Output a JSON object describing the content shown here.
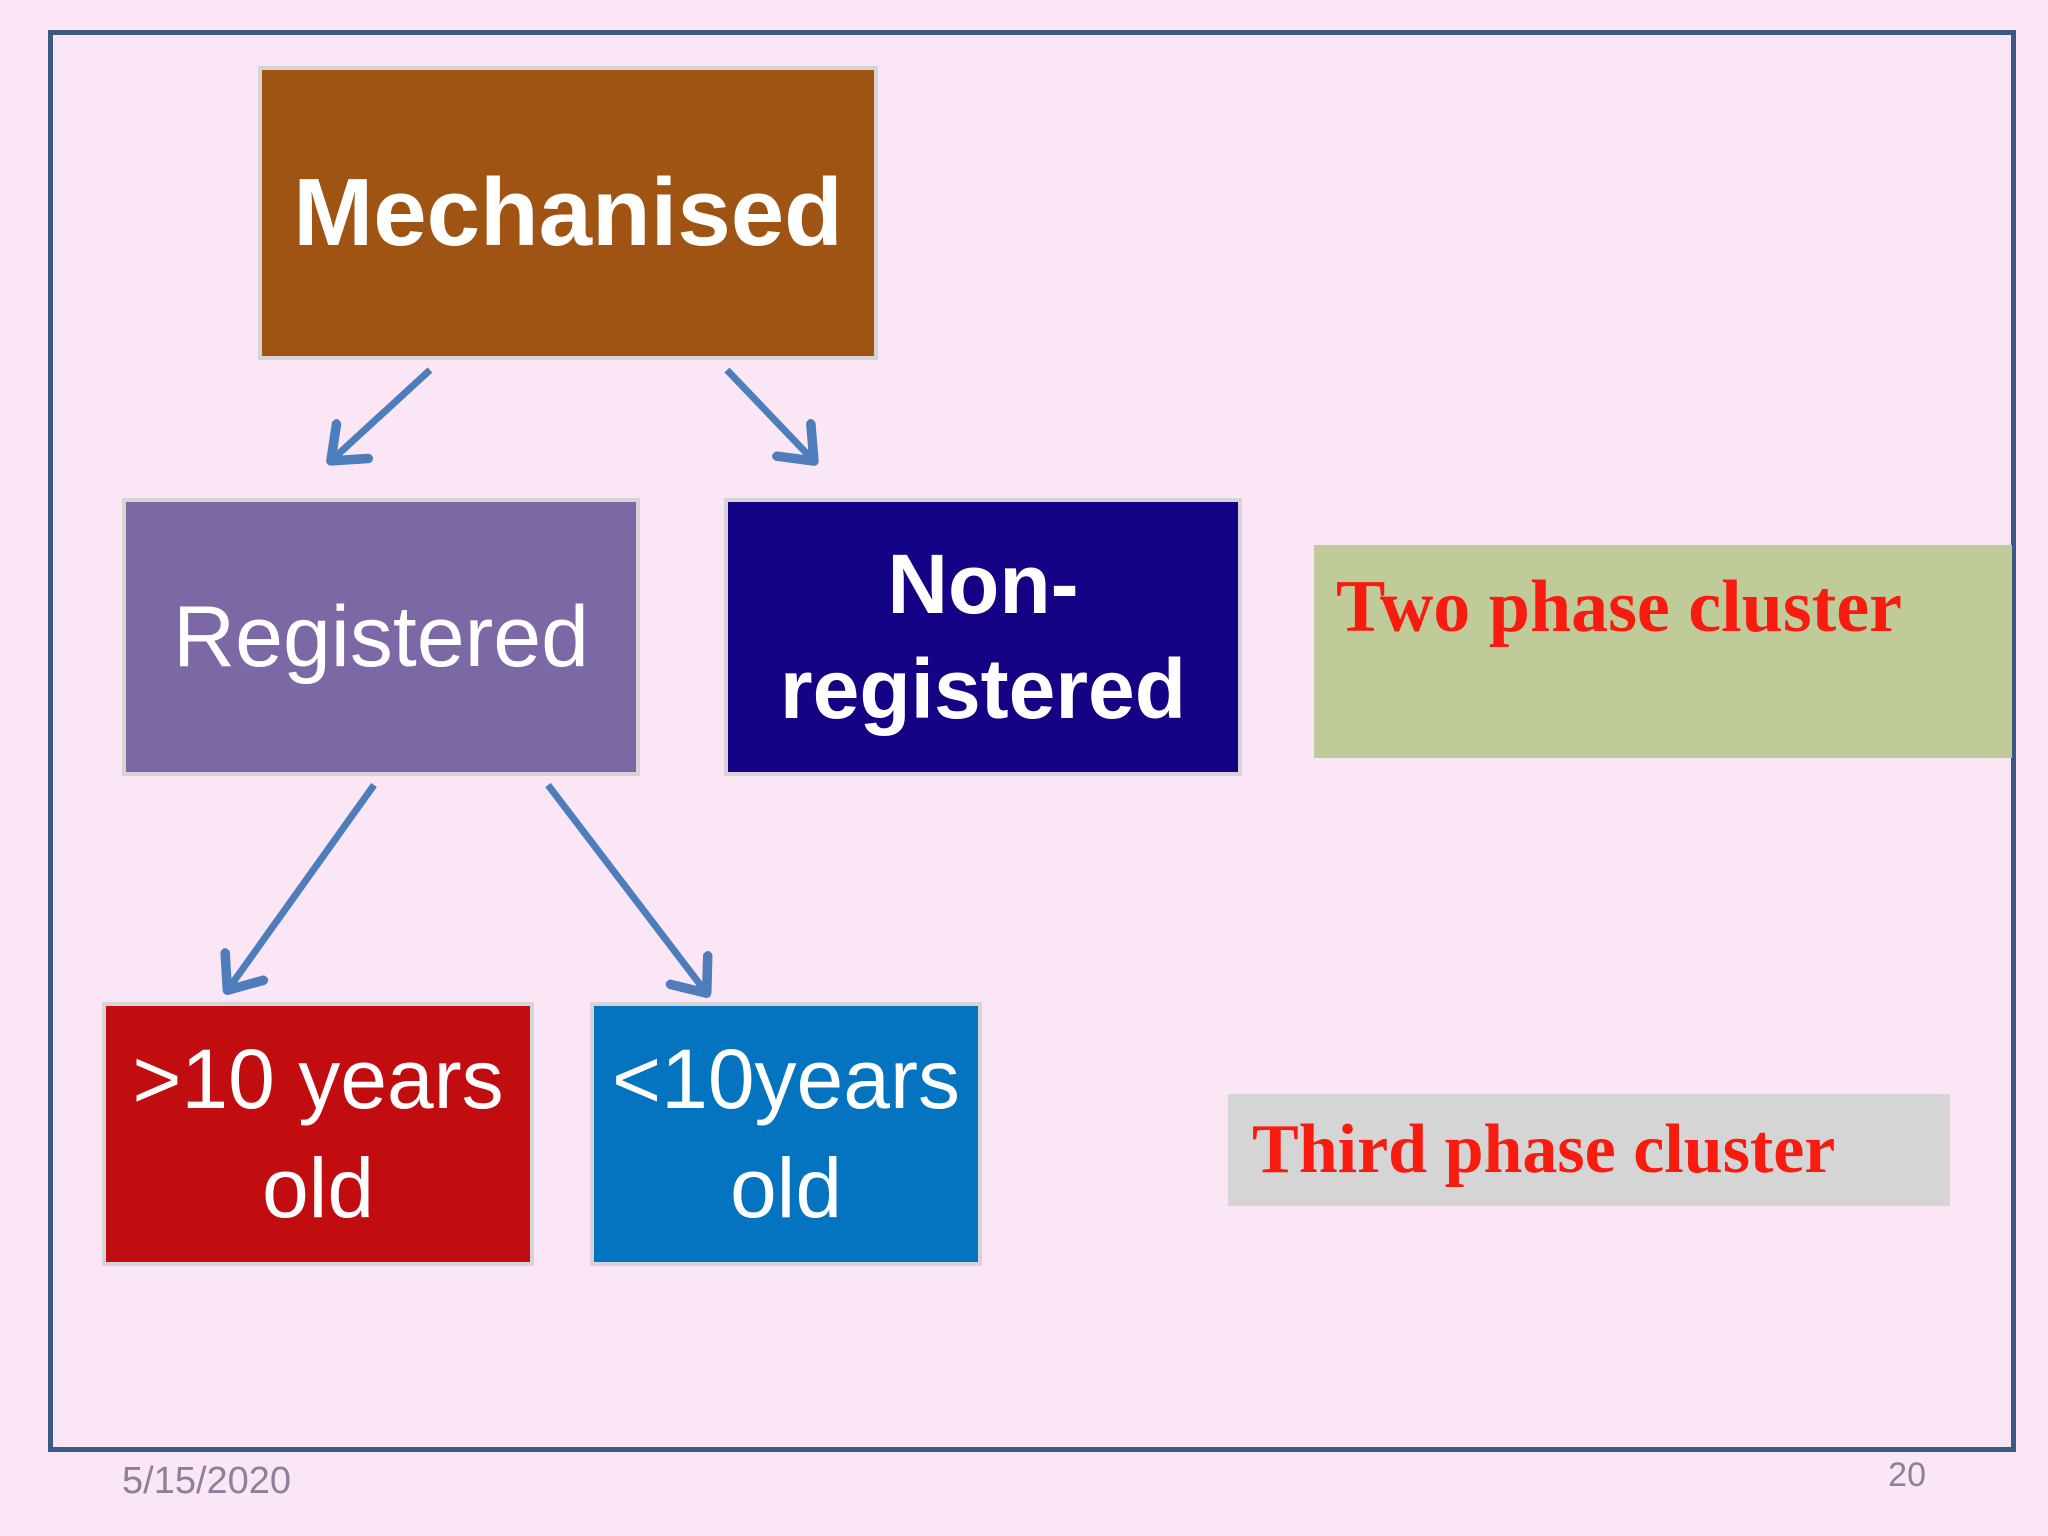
{
  "slide": {
    "footer": {
      "date": "5/15/2020",
      "page_number": "20"
    },
    "colors": {
      "background": "#fbe6f6",
      "frame_border": "#3b5a83",
      "arrow": "#4d7dba",
      "node_border": "#d8d4d6",
      "cluster_text_red": "#f81b10",
      "mechanised_bg": "#9f5414",
      "registered_bg": "#7c68a4",
      "non_registered_bg": "#150385",
      "over_10_bg": "#c20d10",
      "under_10_bg": "#0473c0",
      "two_phase_bg": "#bfcc99",
      "third_phase_bg": "#d5d5d5"
    },
    "nodes": {
      "mechanised": {
        "label": "Mechanised"
      },
      "registered": {
        "label": "Registered"
      },
      "non_registered": {
        "line1": "Non-",
        "line2": "registered"
      },
      "over_10": {
        "line1": ">10 years",
        "line2": "old"
      },
      "under_10": {
        "line1": "<10years",
        "line2": "old"
      }
    },
    "cluster_labels": {
      "two_phase": {
        "text": "Two phase cluster"
      },
      "third_phase": {
        "text": "Third phase cluster"
      }
    }
  }
}
